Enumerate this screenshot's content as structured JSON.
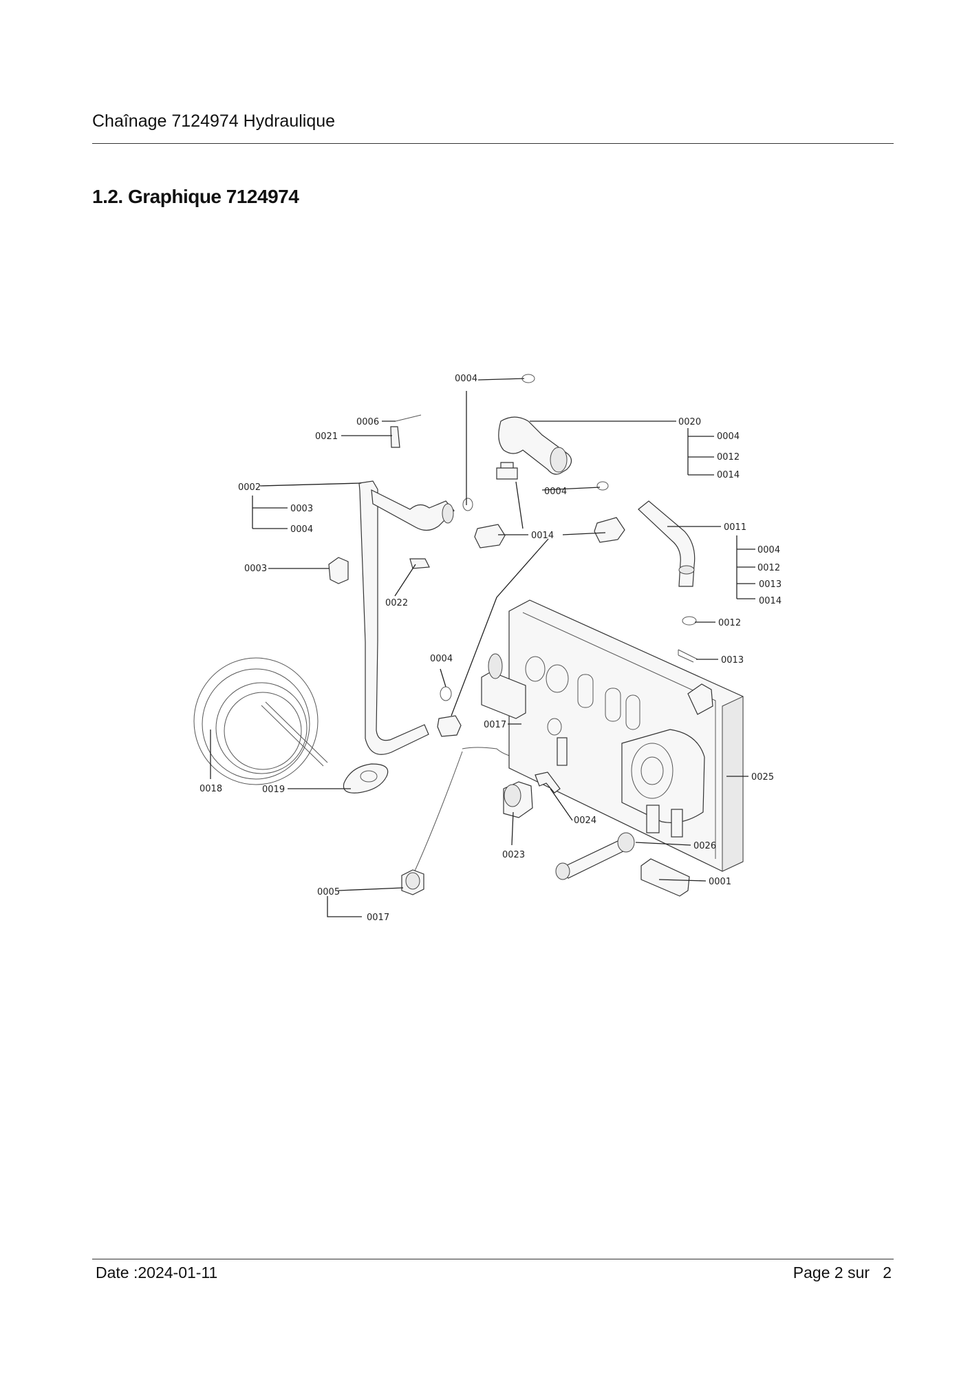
{
  "header": {
    "title": "Chaînage 7124974 Hydraulique"
  },
  "section": {
    "title": "1.2. Graphique 7124974"
  },
  "footer": {
    "date": "Date :2024-01-11",
    "page_prefix": "Page 2 sur",
    "page_total": "2"
  },
  "diagram": {
    "labels": {
      "c0004_top": "0004",
      "c0006": "0006",
      "c0021": "0021",
      "c0020": "0020",
      "c0020_s1": "0004",
      "c0020_s2": "0012",
      "c0020_s3": "0014",
      "c0002": "0002",
      "c0002_s1": "0003",
      "c0002_s2": "0004",
      "c0004_mid": "0004",
      "c0014": "0014",
      "c0011": "0011",
      "c0011_s1": "0004",
      "c0011_s2": "0012",
      "c0011_s3": "0013",
      "c0011_s4": "0014",
      "c0003": "0003",
      "c0022": "0022",
      "c0012": "0012",
      "c0013": "0013",
      "c0004_low": "0004",
      "c0017_mid": "0017",
      "c0025": "0025",
      "c0018": "0018",
      "c0019": "0019",
      "c0024": "0024",
      "c0023": "0023",
      "c0026": "0026",
      "c0001": "0001",
      "c0005": "0005",
      "c0017_low": "0017"
    }
  }
}
